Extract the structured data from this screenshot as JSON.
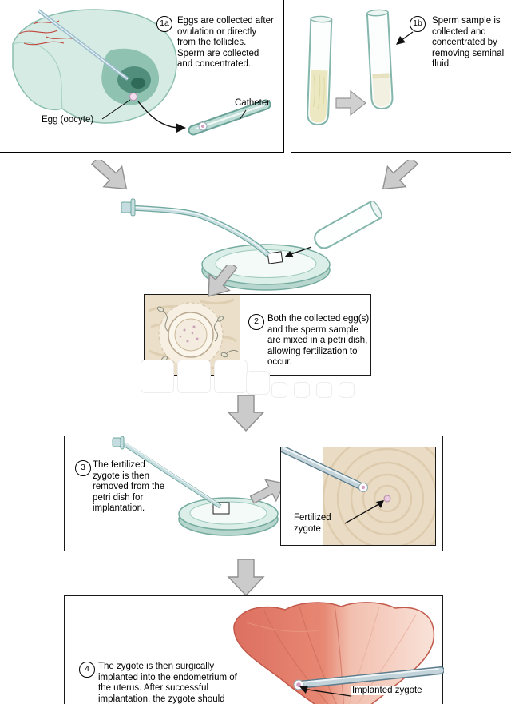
{
  "steps": {
    "s1a": {
      "number": "1a",
      "text": "Eggs are collected after ovulation or directly from the follicles. Sperm are collected and concentrated."
    },
    "s1b": {
      "number": "1b",
      "text": "Sperm sample is collected and concentrated by removing seminal fluid."
    },
    "s2": {
      "number": "2",
      "text": "Both the collected egg(s) and the sperm sample are mixed in a petri dish, allowing fertilization to occur."
    },
    "s3": {
      "number": "3",
      "text": "The fertilized zygote is then removed from the petri dish for implantation.",
      "label": "Fertilized zygote"
    },
    "s4": {
      "number": "4",
      "text": "The zygote is then surgically implanted into the endometrium of the uterus. After successful implantation, the zygote should develop normally, as if it had been fertilized in the female's oviducts.",
      "label": "Implanted zygote"
    }
  },
  "labels": {
    "egg": "Egg (oocyte)",
    "catheter": "Catheter"
  },
  "colors": {
    "organ_teal": "#d6ebe4",
    "organ_teal_dark": "#518f7c",
    "outline_teal": "#84b6ac",
    "arrow_gray": "#cbcbcb",
    "beige": "#eadcc4",
    "uterus_red": "#dd7061",
    "uterus_pink": "#f9e2d8",
    "zygote_pink": "#d69cc1"
  }
}
